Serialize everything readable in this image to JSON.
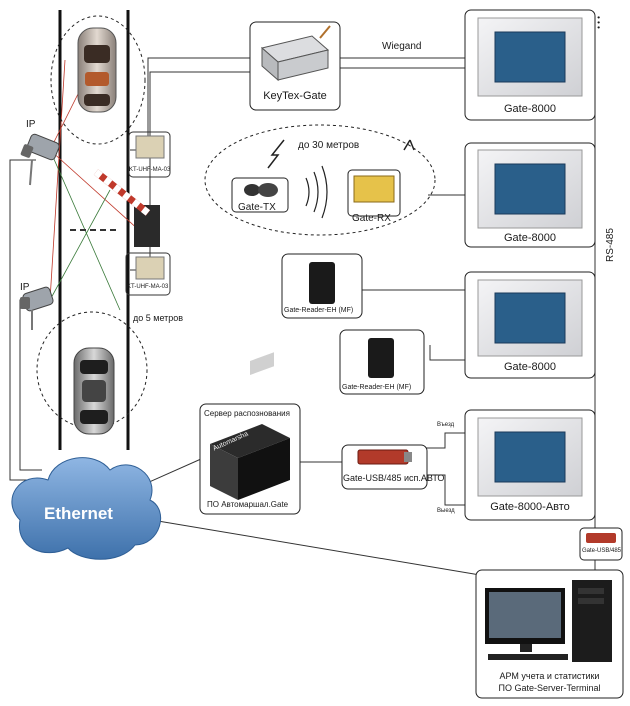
{
  "labels": {
    "ip_top": "IP",
    "ip_bottom": "IP",
    "antenna_top": "KT-UHF-MA-03",
    "antenna_bottom": "KT-UHF-MA-03",
    "distance_5": "до 5 метров",
    "distance_30": "до 30 метров",
    "keytex_gate": "KeyTex-Gate",
    "wiegand": "Wiegand",
    "gate_tx": "Gate-TX",
    "gate_rx": "Gate-RX",
    "reader_1": "Gate-Reader-EH (MF)",
    "reader_2": "Gate-Reader-EH (MF)",
    "server_title": "Сервер распознования",
    "server_software": "ПО Автомаршал.Gate",
    "server_panel_text": "Automarsha",
    "usb_converter": "Gate-USB/485 исп.АВТО",
    "usb_small": "Gate-USB/485",
    "exit_top": "Въезд",
    "exit_bottom": "Выезд",
    "gate_1": "Gate-8000",
    "gate_2": "Gate-8000",
    "gate_3": "Gate-8000",
    "gate_4": "Gate-8000-Авто",
    "rs485": "RS-485",
    "ellipsis": "• • •",
    "ethernet": "Ethernet",
    "workstation_line1": "АРМ учета и статистики",
    "workstation_line2": "ПО Gate-Server-Terminal"
  },
  "colors": {
    "cloud": "#6a9ad0",
    "cloud_dark": "#3d6fa8",
    "controller_board": "#2a5f8a",
    "enclosure": "#e8e8ea",
    "line": "#333333",
    "usb_board": "#b23a2a",
    "antenna": "#d8ceb2",
    "barrier_red": "#c0392b"
  },
  "icons": [
    "camera-icon",
    "car-icon",
    "antenna-icon",
    "barrier-icon",
    "remote-icon",
    "signal-icon",
    "card-reader-icon",
    "server-icon",
    "usb-converter-icon",
    "controller-icon",
    "cloud-icon",
    "monitor-icon",
    "tower-icon"
  ]
}
